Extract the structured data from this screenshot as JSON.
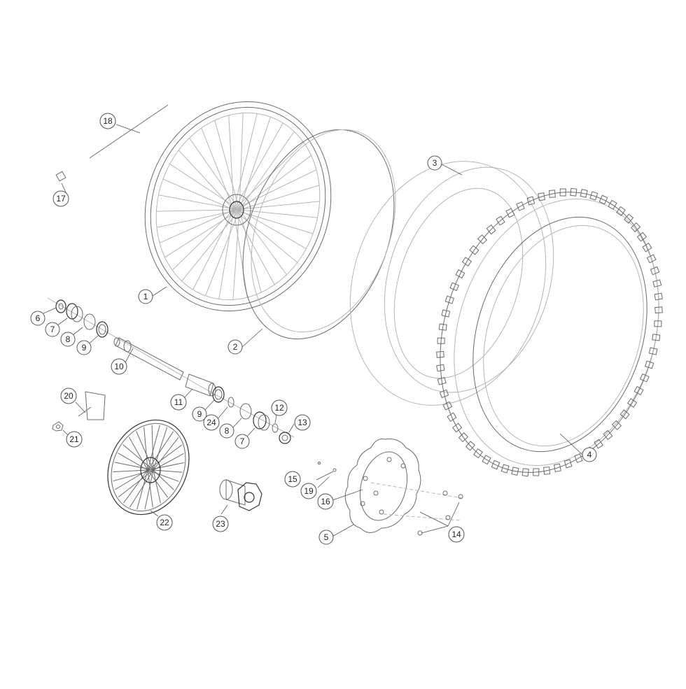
{
  "diagram": {
    "labels": {
      "p1": "1",
      "p2": "2",
      "p3": "3",
      "p4": "4",
      "p5": "5",
      "p6": "6",
      "p7a": "7",
      "p7b": "7",
      "p8a": "8",
      "p8b": "8",
      "p9a": "9",
      "p9b": "9",
      "p10": "10",
      "p11": "11",
      "p12": "12",
      "p13": "13",
      "p14": "14",
      "p15": "15",
      "p16": "16",
      "p17": "17",
      "p18": "18",
      "p19": "19",
      "p20": "20",
      "p21": "21",
      "p22": "22",
      "p23": "23",
      "p24": "24"
    },
    "line_color": "#6b6b6b",
    "light_line_color": "#b5b5b5"
  }
}
